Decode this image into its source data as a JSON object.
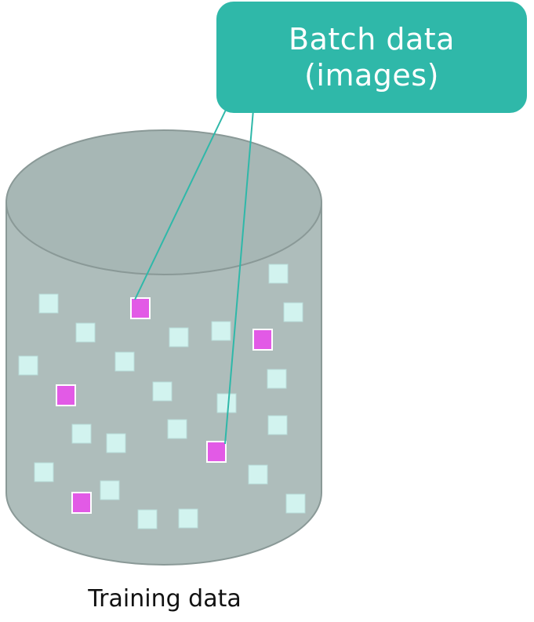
{
  "callout": {
    "line1": "Batch data",
    "line2": "(images)"
  },
  "caption": "Training data",
  "colors": {
    "cylinder_fill": "#aebdbb",
    "cylinder_stroke": "#8a9997",
    "image_fill": "#d2f3ef",
    "batch_image_fill": "#e25ae6",
    "callout_fill": "#2fb8a9",
    "connector": "#2fb8a9"
  }
}
